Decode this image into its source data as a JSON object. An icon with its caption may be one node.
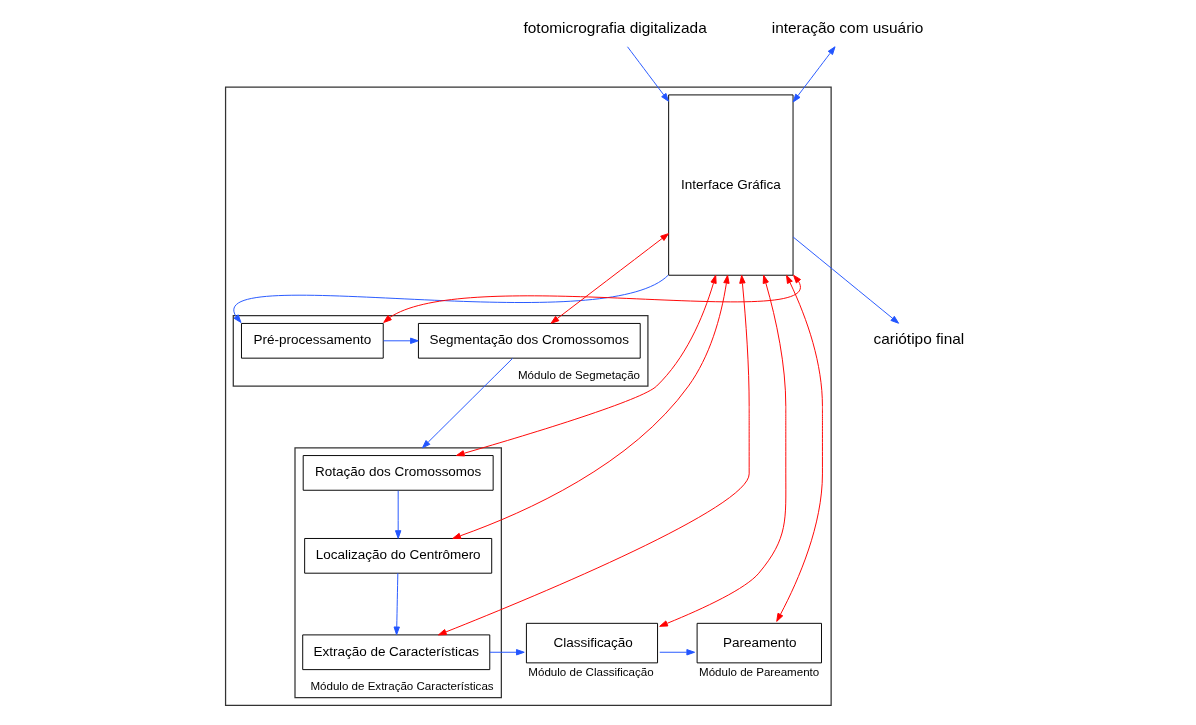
{
  "diagram": {
    "nodes": [
      {
        "text": [],
        "shape": "box"
      },
      {
        "text": [
          "Interface Gráfica"
        ],
        "in": 0
      },
      {
        "text": [
          "Módulo de Segmetação"
        ],
        "in": 0
      },
      {
        "text": [
          "Pré-processamento"
        ],
        "in": 2
      },
      {
        "text": [
          "Segmentação dos Cromossomos"
        ],
        "in": 2
      },
      {
        "text": [
          "Módulo de Extração Características"
        ],
        "in": 0
      },
      {
        "text": [
          "Rotação dos Cromossomos"
        ],
        "in": 5
      },
      {
        "text": [
          "Localização do Centrômero"
        ],
        "in": 5
      },
      {
        "text": [
          "Extração de Características"
        ],
        "in": 5
      },
      {
        "text": [
          "Classificação"
        ],
        "in": 0,
        "beside": [
          "Módulo de Classificação"
        ]
      },
      {
        "text": [
          "Pareamento"
        ],
        "in": 0,
        "beside": [
          "Módulo de Pareamento"
        ]
      },
      {
        "text": [
          "fotomicrografia digitalizada"
        ]
      },
      {
        "text": [
          "interação com usuário"
        ]
      },
      {
        "text": [
          "cariótipo final"
        ]
      }
    ],
    "edges": [
      {
        "from": 11,
        "to": 1,
        "arrow": "to"
      },
      {
        "from": 12,
        "to": 1,
        "arrow": "both"
      },
      {
        "from": 1,
        "to": 13,
        "arrow": "to"
      },
      {
        "from": 1,
        "to": 3,
        "arrow": "to"
      },
      {
        "from": 1,
        "to": 3,
        "arrow": "both",
        "color": "#ff0000"
      },
      {
        "from": 3,
        "to": 4,
        "arrow": "to"
      },
      {
        "from": 4,
        "to": 1,
        "arrow": "both",
        "color": "#ff0000"
      },
      {
        "from": 4,
        "to": 5,
        "arrow": "to"
      },
      {
        "from": 1,
        "to": 6,
        "arrow": "both",
        "color": "#ff0000"
      },
      {
        "from": 1,
        "to": 7,
        "arrow": "both",
        "color": "#ff0000"
      },
      {
        "from": 1,
        "to": 8,
        "arrow": "both",
        "color": "#ff0000"
      },
      {
        "from": 1,
        "to": 9,
        "arrow": "both",
        "color": "#ff0000"
      },
      {
        "from": 1,
        "to": 10,
        "arrow": "both",
        "color": "#ff0000"
      },
      {
        "from": 6,
        "to": 7,
        "arrow": "to"
      },
      {
        "from": 7,
        "to": 8,
        "arrow": "to"
      },
      {
        "from": 8,
        "to": 9,
        "arrow": "to"
      },
      {
        "from": 9,
        "to": 10,
        "arrow": "to"
      }
    ]
  }
}
